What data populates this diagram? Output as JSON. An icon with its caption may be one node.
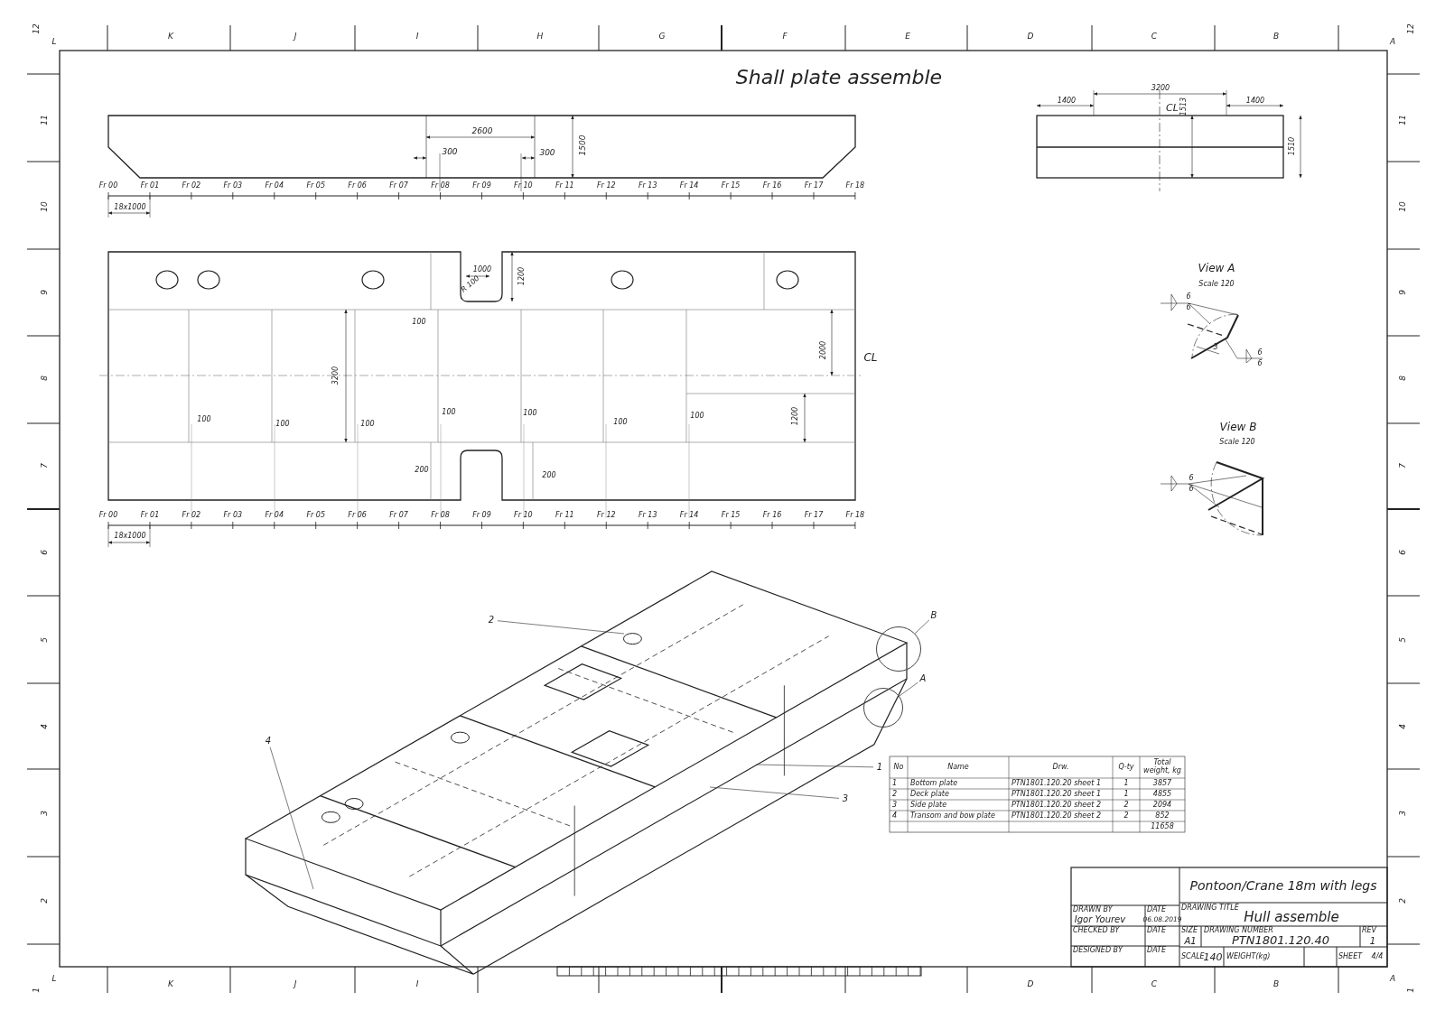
{
  "diagram": {
    "title": "Shall plate assemble",
    "nodes": [
      {
        "text": [
          "1"
        ]
      },
      {
        "text": [
          "2"
        ]
      },
      {
        "text": [
          "3"
        ]
      },
      {
        "text": [
          "4"
        ]
      },
      {
        "text": [
          "A"
        ]
      },
      {
        "text": [
          "B"
        ]
      },
      {
        "text": [],
        "shape": "circle"
      },
      {
        "text": [],
        "shape": "circle"
      }
    ],
    "edges": [
      {
        "from": 0,
        "to": null,
        "arrow": "none"
      },
      {
        "from": 1,
        "to": null,
        "arrow": "none"
      },
      {
        "from": 2,
        "to": null,
        "arrow": "none"
      },
      {
        "from": 3,
        "to": null,
        "arrow": "none"
      },
      {
        "from": 4,
        "to": 7,
        "arrow": "none"
      },
      {
        "from": 5,
        "to": 6,
        "arrow": "none"
      }
    ],
    "labels": [
      "L",
      "K",
      "J",
      "I",
      "H",
      "G",
      "F",
      "E",
      "D",
      "C",
      "B",
      "A",
      "12",
      "11",
      "10",
      "9",
      "8",
      "7",
      "6",
      "5",
      "4",
      "3",
      "2",
      "1",
      "12",
      "11",
      "10",
      "9",
      "8",
      "7",
      "6",
      "5",
      "4",
      "3",
      "2",
      "1",
      "2600",
      "300",
      "300",
      "1500",
      "Fr 00",
      "Fr 01",
      "Fr 02",
      "Fr 03",
      "Fr 04",
      "Fr 05",
      "Fr 06",
      "Fr 07",
      "Fr 08",
      "Fr 09",
      "Fr 10",
      "Fr 11",
      "Fr 12",
      "Fr 13",
      "Fr 14",
      "Fr 15",
      "Fr 16",
      "Fr 17",
      "Fr 18",
      "18x1000",
      "1400",
      "3200",
      "1400",
      "CL",
      "1513",
      "1510",
      "1000",
      "R 100",
      "1200",
      "100",
      "2000",
      "CL",
      "3200",
      "100",
      "100",
      "100",
      "100",
      "100",
      "100",
      "100",
      "1200",
      "200",
      "200",
      "Fr 00",
      "Fr 01",
      "Fr 02",
      "Fr 03",
      "Fr 04",
      "Fr 05",
      "Fr 06",
      "Fr 07",
      "Fr 08",
      "Fr 09",
      "Fr 10",
      "Fr 11",
      "Fr 12",
      "Fr 13",
      "Fr 14",
      "Fr 15",
      "Fr 16",
      "Fr 17",
      "Fr 18",
      "18x1000",
      "View A",
      "Scale 120",
      "6",
      "6",
      "3",
      "6",
      "6",
      "View B",
      "Scale 120",
      "6",
      "6",
      "No",
      "Name",
      "Drw.",
      "Q-ty",
      "Total weight, kg",
      "1",
      "Bottom plate",
      "PTN1801.120.20 sheet 1",
      "1",
      "3857",
      "2",
      "Deck plate",
      "PTN1801.120.20 sheet 1",
      "1",
      "4855",
      "3",
      "Side plate",
      "PTN1801.120.20 sheet 2",
      "2",
      "2094",
      "4",
      "Transom and bow plate",
      "PTN1801.120.20 sheet 2",
      "2",
      "852",
      "11658",
      "Pontoon/Crane 18m with legs",
      "DRAWN BY",
      "Igor Yourev",
      "DATE",
      "06.08.2019",
      "DRAWING TITLE",
      "Hull assemble",
      "CHECKED BY",
      "DATE",
      "SIZE",
      "DRAWING NUMBER",
      "REV",
      "A1",
      "PTN1801.120.40",
      "1",
      "DESIGNED BY",
      "DATE",
      "SCALE",
      "140",
      "WEIGHT(kg)",
      "SHEET",
      "4/4",
      "L",
      "K",
      "J",
      "I",
      "D",
      "C",
      "B",
      "A"
    ]
  }
}
